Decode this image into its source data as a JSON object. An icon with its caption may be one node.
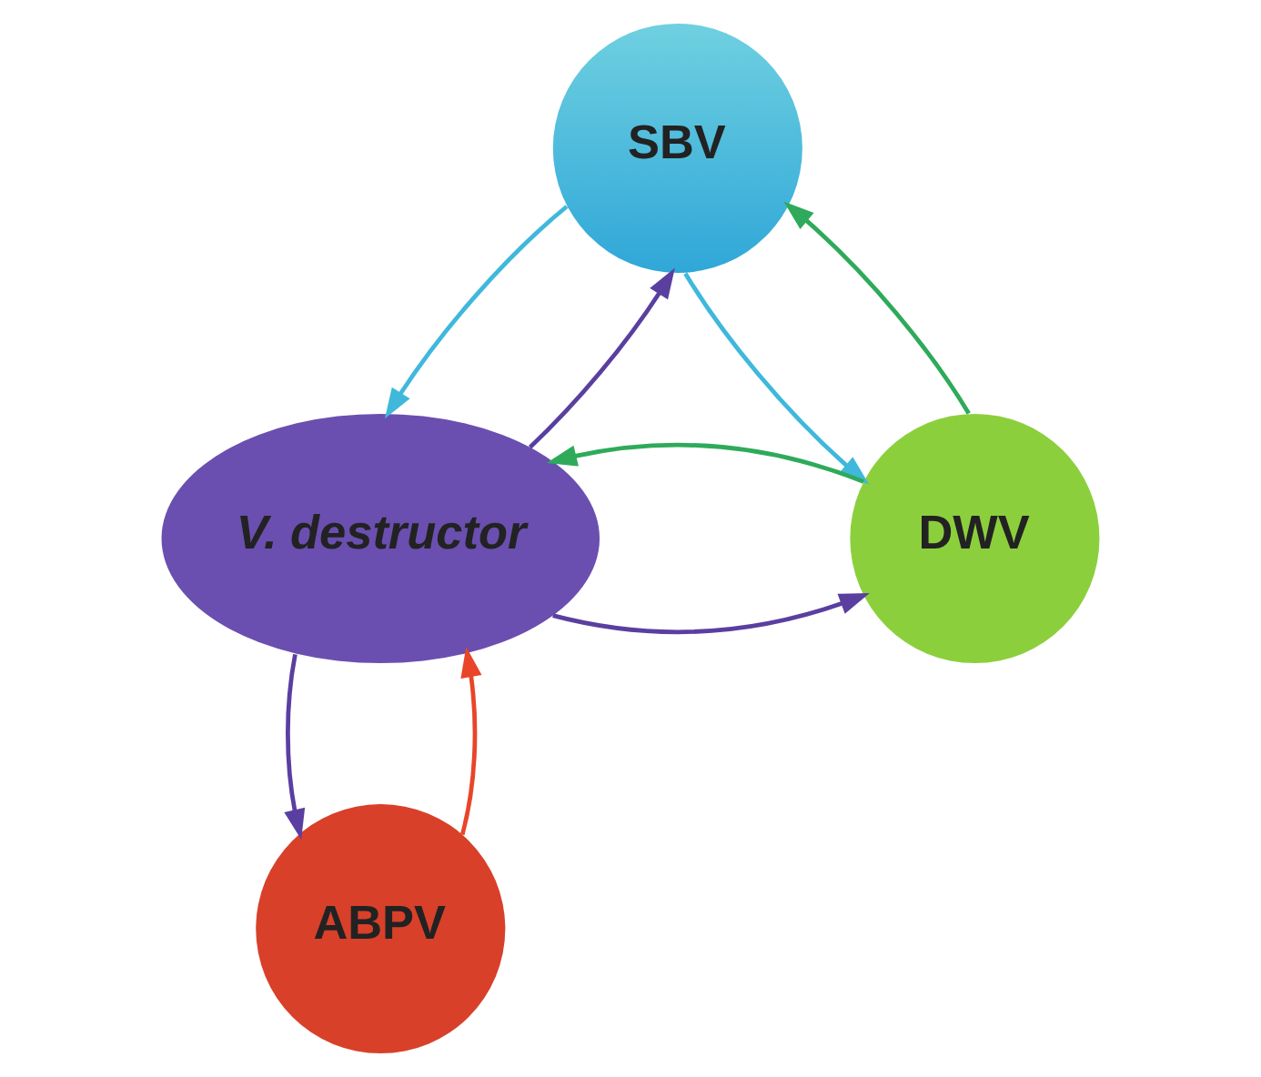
{
  "diagram": {
    "nodes": [
      {
        "text": [
          "SBV"
        ]
      },
      {
        "text": [
          "V. destructor"
        ]
      },
      {
        "text": [
          "DWV"
        ]
      },
      {
        "text": [
          "ABPV"
        ]
      }
    ],
    "edges": [
      {
        "from": 0,
        "to": 1,
        "arrow": "to",
        "color": "#3fb8dc"
      },
      {
        "from": 1,
        "to": 0,
        "arrow": "to",
        "color": "#5a3fa0"
      },
      {
        "from": 2,
        "to": 0,
        "arrow": "to",
        "color": "#2eaa5a"
      },
      {
        "from": 0,
        "to": 2,
        "arrow": "to",
        "color": "#3fb8dc"
      },
      {
        "from": 1,
        "to": 2,
        "arrow": "to",
        "color": "#5a3fa0"
      },
      {
        "from": 2,
        "to": 1,
        "arrow": "to",
        "color": "#2eaa5a"
      },
      {
        "from": 3,
        "to": 1,
        "arrow": "to",
        "color": "#e8452a"
      },
      {
        "from": 1,
        "to": 3,
        "arrow": "to",
        "color": "#5a3fa0"
      }
    ]
  }
}
